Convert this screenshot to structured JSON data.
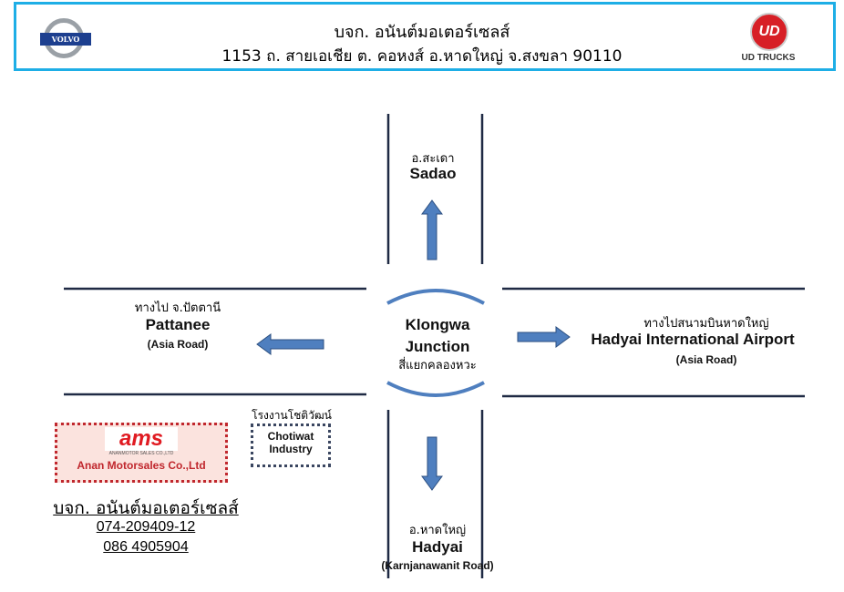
{
  "header": {
    "company": "บจก. อนันต์มอเตอร์เซลส์",
    "address": "1153 ถ. สายเอเชีย ต. คอหงส์ อ.หาดใหญ่  จ.สงขลา  90110",
    "left_logo": "VOLVO",
    "right_logo": "UD TRUCKS",
    "right_logo_mark": "UD"
  },
  "colors": {
    "header_border": "#1eaee6",
    "arrow": "#4f7fbf",
    "road": "#1f2a44",
    "ams_red": "#e01b22"
  },
  "map": {
    "north": {
      "thai": "อ.สะเดา",
      "en": "Sadao"
    },
    "west": {
      "thai": "ทางไป จ.ปัตตานี",
      "en": "Pattanee",
      "road": "(Asia Road)"
    },
    "center": {
      "en1": "Klongwa",
      "en2": "Junction",
      "thai": "สี่แยกคลองหวะ"
    },
    "east": {
      "thai": "ทางไปสนามบินหาดใหญ่",
      "en": "Hadyai International  Airport",
      "road": "(Asia Road)"
    },
    "south": {
      "thai": "อ.หาดใหญ่",
      "en": "Hadyai",
      "road": "(Karnjanawanit Road)"
    },
    "chotiwat": {
      "thai": "โรงงานโชติวัฒน์",
      "en1": "Chotiwat",
      "en2": "Industry"
    }
  },
  "dealer": {
    "logo": "ams",
    "logo_sub": "ANANMOTOR SALES CO.,LTD",
    "name_en": "Anan Motorsales Co.,Ltd",
    "name_th": "บจก. อนันต์มอเตอร์เซลส์",
    "phone1": "074-209409-12",
    "phone2": "086 4905904"
  }
}
